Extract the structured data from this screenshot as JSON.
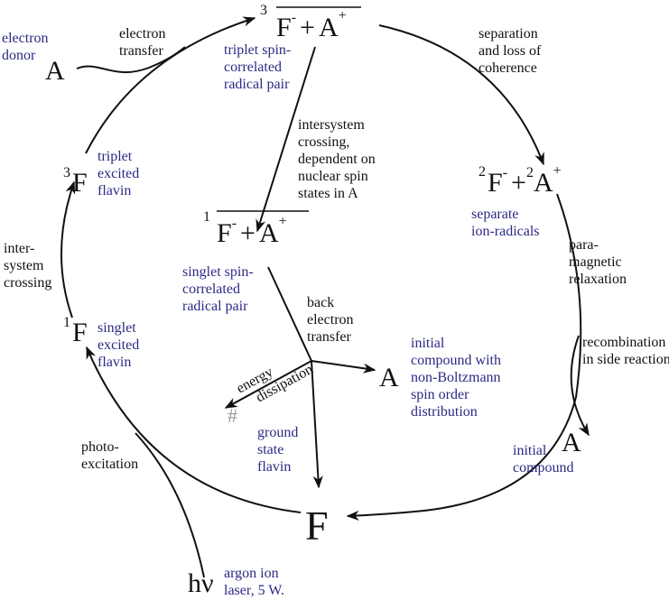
{
  "colors": {
    "label_blue": "#2a2a85",
    "line": "#111111"
  },
  "species": {
    "triplet_pair": {
      "mult": "3",
      "f": "F",
      "fcharge": "-",
      "plus": "+",
      "a": "A",
      "acharge": "+"
    },
    "singlet_pair": {
      "mult": "1",
      "f": "F",
      "fcharge": "-",
      "plus": "+",
      "a": "A",
      "acharge": "+"
    },
    "separate": {
      "fmult": "2",
      "f": "F",
      "fcharge": "-",
      "plus": "+",
      "amult": "2",
      "a": "A",
      "acharge": "+"
    },
    "triplet_flavin": {
      "mult": "3",
      "f": "F"
    },
    "singlet_flavin": {
      "mult": "1",
      "f": "F"
    },
    "ground_flavin": "F",
    "donor": "A",
    "initial_a_mid": "A",
    "initial_a_right": "A",
    "photon": "hν",
    "heat": "#"
  },
  "labels": {
    "electron_donor": [
      "electron",
      "donor"
    ],
    "electron_transfer": [
      "electron",
      "transfer"
    ],
    "triplet_pair": [
      "triplet spin-",
      "correlated",
      "radical pair"
    ],
    "separation": [
      "separation",
      "and loss of",
      "coherence"
    ],
    "isc_nuclear": [
      "intersystem",
      "crossing,",
      "dependent on",
      "nuclear spin",
      "states in A"
    ],
    "triplet_flavin": [
      "triplet",
      "excited",
      "flavin"
    ],
    "separate_ion": [
      "separate",
      "ion-radicals"
    ],
    "paramagnetic": [
      "para-",
      "magnetic",
      "relaxation"
    ],
    "isc": [
      "inter-",
      "system",
      "crossing"
    ],
    "singlet_pair": [
      "singlet spin-",
      "correlated",
      "radical pair"
    ],
    "back_transfer": [
      "back",
      "electron",
      "transfer"
    ],
    "singlet_flavin": [
      "singlet",
      "excited",
      "flavin"
    ],
    "initial_nonboltzmann": [
      "initial",
      "compound with",
      "non-Boltzmann",
      "spin order",
      "distribution"
    ],
    "recombination": [
      "recombination",
      "in side reactions"
    ],
    "energy_dissipation": [
      "energy",
      "dissipation"
    ],
    "photoexcitation": [
      "photo-",
      "excitation"
    ],
    "ground_state": [
      "ground",
      "state",
      "flavin"
    ],
    "initial_compound": [
      "initial",
      "compound"
    ],
    "laser": [
      "argon ion",
      "laser, 5 W."
    ]
  }
}
